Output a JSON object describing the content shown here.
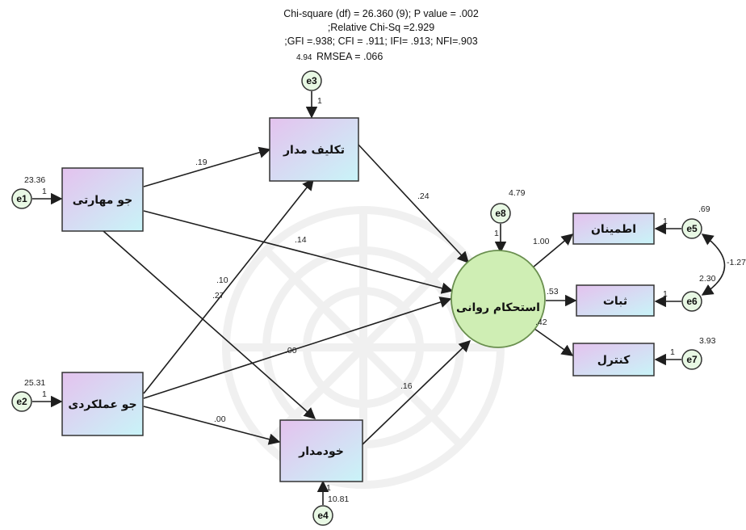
{
  "fit": {
    "line1": "Chi-square (df) = 26.360 (9);  P value = .002",
    "line2": ";Relative Chi-Sq =2.929",
    "line3": ";GFI =.938; CFI = .911; IFI= .913; NFI=.903",
    "line4_prefix": "4.94",
    "line4": "RMSEA = .066"
  },
  "nodes": {
    "jo_maharati": "جو مهارتی",
    "jo_amalkardi": "جو عملکردی",
    "taklif_madar": "تکلیف مدار",
    "khod_madar": "خودمدار",
    "estehkam": "استحکام روانی",
    "etminan": "اطمینان",
    "sabat": "ثبات",
    "control": "کنترل"
  },
  "errors": {
    "e1": "e1",
    "e2": "e2",
    "e3": "e3",
    "e4": "e4",
    "e5": "e5",
    "e6": "e6",
    "e7": "e7",
    "e8": "e8"
  },
  "coefficients": {
    "e1_var": "23.36",
    "e1_load": "1",
    "e2_var": "25.31",
    "e2_load": "1",
    "e3_load": "1",
    "e4_var": "10.81",
    "e4_load": "1",
    "e5_var": ".69",
    "e5_load": "1",
    "e6_var": "2.30",
    "e6_load": "1",
    "e7_var": "3.93",
    "e7_load": "1",
    "e8_var": "4.79",
    "e8_load": "1",
    "maharati_to_taklif": ".19",
    "maharati_to_estehkam": ".14",
    "maharati_to_khod": ".27",
    "amalkardi_to_taklif": ".10",
    "amalkardi_to_estehkam": ".00",
    "amalkardi_to_khod": ".00",
    "taklif_to_estehkam": ".24",
    "khod_to_estehkam": ".16",
    "estehkam_to_etminan": "1.00",
    "estehkam_to_sabat": ".53",
    "estehkam_to_control": ".42",
    "e5_e6_cov": "-1.27"
  },
  "colors": {
    "box_gradient_start": "#e4c2ee",
    "box_gradient_end": "#c9f4f8",
    "ellipse_fill": "#cfeeb4",
    "ellipse_stroke": "#6a8f4f",
    "error_fill": "#e8f8e4"
  }
}
